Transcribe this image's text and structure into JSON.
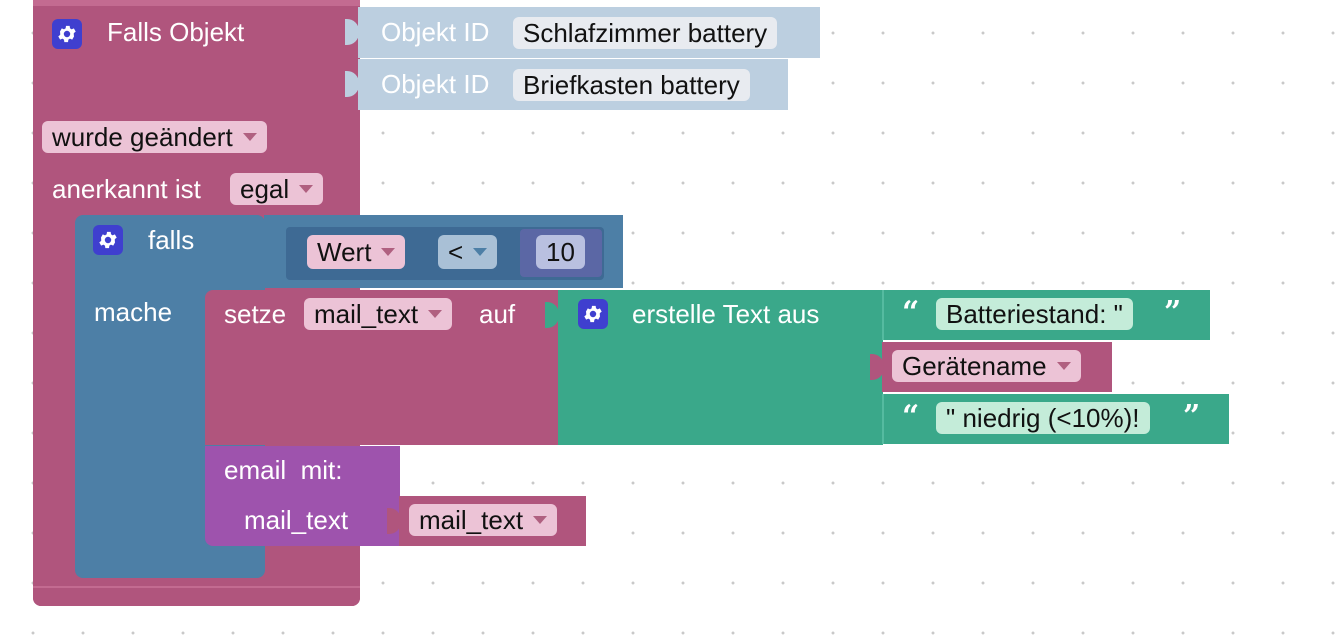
{
  "trigger": {
    "title": "Falls Objekt",
    "object_id_label": "Objekt ID",
    "object_ids": [
      "Schlafzimmer battery",
      "Briefkasten battery"
    ],
    "condition": "wurde geändert",
    "ack_label": "anerkannt ist",
    "ack_value": "egal"
  },
  "if_block": {
    "falls_label": "falls",
    "mache_label": "mache",
    "compare_left": "Wert",
    "operator": "<",
    "compare_right": "10"
  },
  "set_block": {
    "setze_label": "setze",
    "variable": "mail_text",
    "auf_label": "auf"
  },
  "text_join": {
    "label": "erstelle Text aus",
    "text1": "Batteriestand: \"",
    "variable": "Gerätename",
    "text2": "\" niedrig (<10%)!"
  },
  "email_block": {
    "label": "email",
    "mit_label": "mit:",
    "param_label": "mail_text",
    "param_value": "mail_text"
  },
  "icons": [
    "gear-icon",
    "dropdown-caret-icon",
    "quote-open-icon",
    "quote-close-icon"
  ],
  "colors": {
    "event_block": "#b0557d",
    "object_id_block": "#bccfe0",
    "logic_block": "#4d7fa6",
    "compare_block": "#5b67a5",
    "variable_block": "#b0557d",
    "text_block": "#3aa88a",
    "procedure_block": "#9e53ad"
  }
}
